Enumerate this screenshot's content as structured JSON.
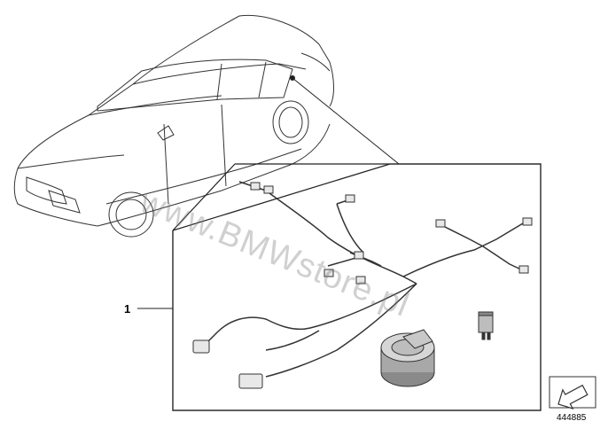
{
  "callout": {
    "label": "1"
  },
  "diagram_number": "444885",
  "watermark": "www.BMWstore.pl",
  "colors": {
    "line": "#222222",
    "watermark": "#8a8a8a",
    "shade": "#9a9a9a"
  },
  "icons": {
    "vehicle": "sedan-outline-icon",
    "harness": "wiring-harness-icon",
    "relay": "relay-icon",
    "sensor": "round-sensor-icon",
    "view": "view-direction-arrow-icon"
  }
}
